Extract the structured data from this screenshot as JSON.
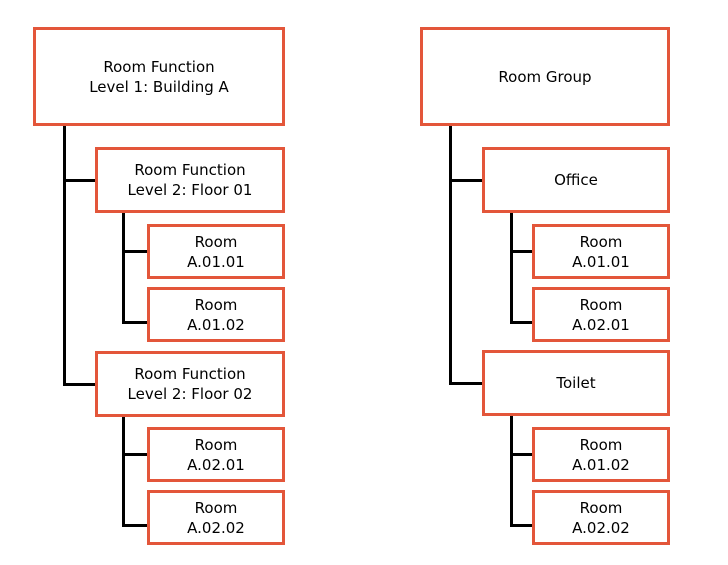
{
  "diagram": {
    "type": "tree-hierarchy",
    "background_color": "#ffffff",
    "box_border_color": "#e3563a",
    "connector_color": "#000000",
    "trees": [
      {
        "name": "room-function-tree",
        "root": {
          "line1": "Room Function",
          "line2": "Level 1: Building A"
        },
        "children": [
          {
            "line1": "Room Function",
            "line2": "Level 2: Floor 01",
            "children": [
              {
                "line1": "Room",
                "line2": "A.01.01"
              },
              {
                "line1": "Room",
                "line2": "A.01.02"
              }
            ]
          },
          {
            "line1": "Room Function",
            "line2": "Level 2: Floor 02",
            "children": [
              {
                "line1": "Room",
                "line2": "A.02.01"
              },
              {
                "line1": "Room",
                "line2": "A.02.02"
              }
            ]
          }
        ]
      },
      {
        "name": "room-group-tree",
        "root": {
          "line1": "Room Group",
          "line2": ""
        },
        "children": [
          {
            "line1": "Office",
            "line2": "",
            "children": [
              {
                "line1": "Room",
                "line2": "A.01.01"
              },
              {
                "line1": "Room",
                "line2": "A.02.01"
              }
            ]
          },
          {
            "line1": "Toilet",
            "line2": "",
            "children": [
              {
                "line1": "Room",
                "line2": "A.01.02"
              },
              {
                "line1": "Room",
                "line2": "A.02.02"
              }
            ]
          }
        ]
      }
    ]
  }
}
